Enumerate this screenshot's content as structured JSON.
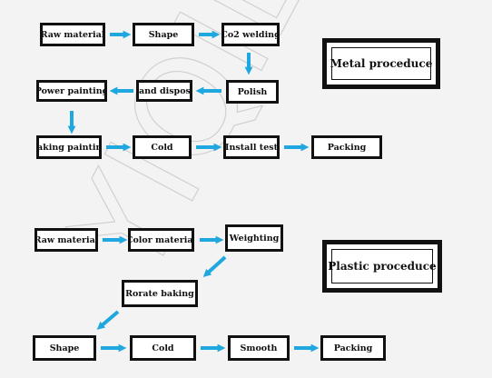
{
  "metal": {
    "title": "Metal proceduce",
    "steps": {
      "raw_material": "Raw material",
      "shape": "Shape",
      "co2_welding": "Co2 welding",
      "polish": "Polish",
      "sand_dispose": "Sand dispose",
      "power_painting": "Power painting",
      "baking_painting": "Baking painting",
      "cold": "Cold",
      "install_test": "Install test",
      "packing": "Packing"
    }
  },
  "plastic": {
    "title": "Plastic proceduce",
    "steps": {
      "raw_material": "Raw material",
      "color_material": "Color material",
      "weighting": "Weighting",
      "rotate_baking": "Rorate baking",
      "shape": "Shape",
      "cold": "Cold",
      "smooth": "Smooth",
      "packing": "Packing"
    }
  },
  "watermark": {
    "text": "YIQILE"
  },
  "colors": {
    "arrow": "#1fa8e0",
    "border": "#111111",
    "box_fill": "#ffffff",
    "background": "#f3f3f3"
  }
}
